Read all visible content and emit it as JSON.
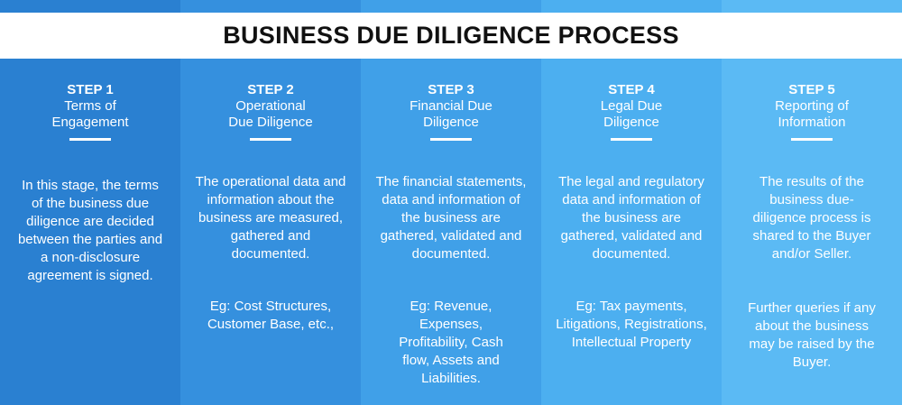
{
  "title": "BUSINESS DUE DILIGENCE PROCESS",
  "colors": [
    "#2a80d1",
    "#3590de",
    "#40a0e8",
    "#4caff0",
    "#5bbaf4"
  ],
  "steps": [
    {
      "label": "STEP 1",
      "name": "Terms of Engagement",
      "description": "In this stage, the terms of the business due diligence are decided between the parties and a non-disclosure agreement is signed.",
      "examples": ""
    },
    {
      "label": "STEP 2",
      "name": "Operational Due Diligence",
      "description": "The operational data and information about the business are measured, gathered and documented.",
      "examples": "Eg: Cost Structures, Customer Base, etc.,"
    },
    {
      "label": "STEP 3",
      "name": "Financial Due Diligence",
      "description": "The financial statements, data and information of the business are gathered, validated and documented.",
      "examples": "Eg: Revenue, Expenses, Profitability, Cash flow, Assets and Liabilities."
    },
    {
      "label": "STEP 4",
      "name": "Legal Due Diligence",
      "description": "The legal and regulatory data and information of the business are gathered, validated and documented.",
      "examples": "Eg: Tax payments, Litigations, Registrations, Intellectual Property"
    },
    {
      "label": "STEP 5",
      "name": "Reporting of Information",
      "description": "The results of the business due-diligence process is shared to the Buyer and/or Seller.",
      "examples": "Further queries if any about the business may be raised by the Buyer."
    }
  ]
}
